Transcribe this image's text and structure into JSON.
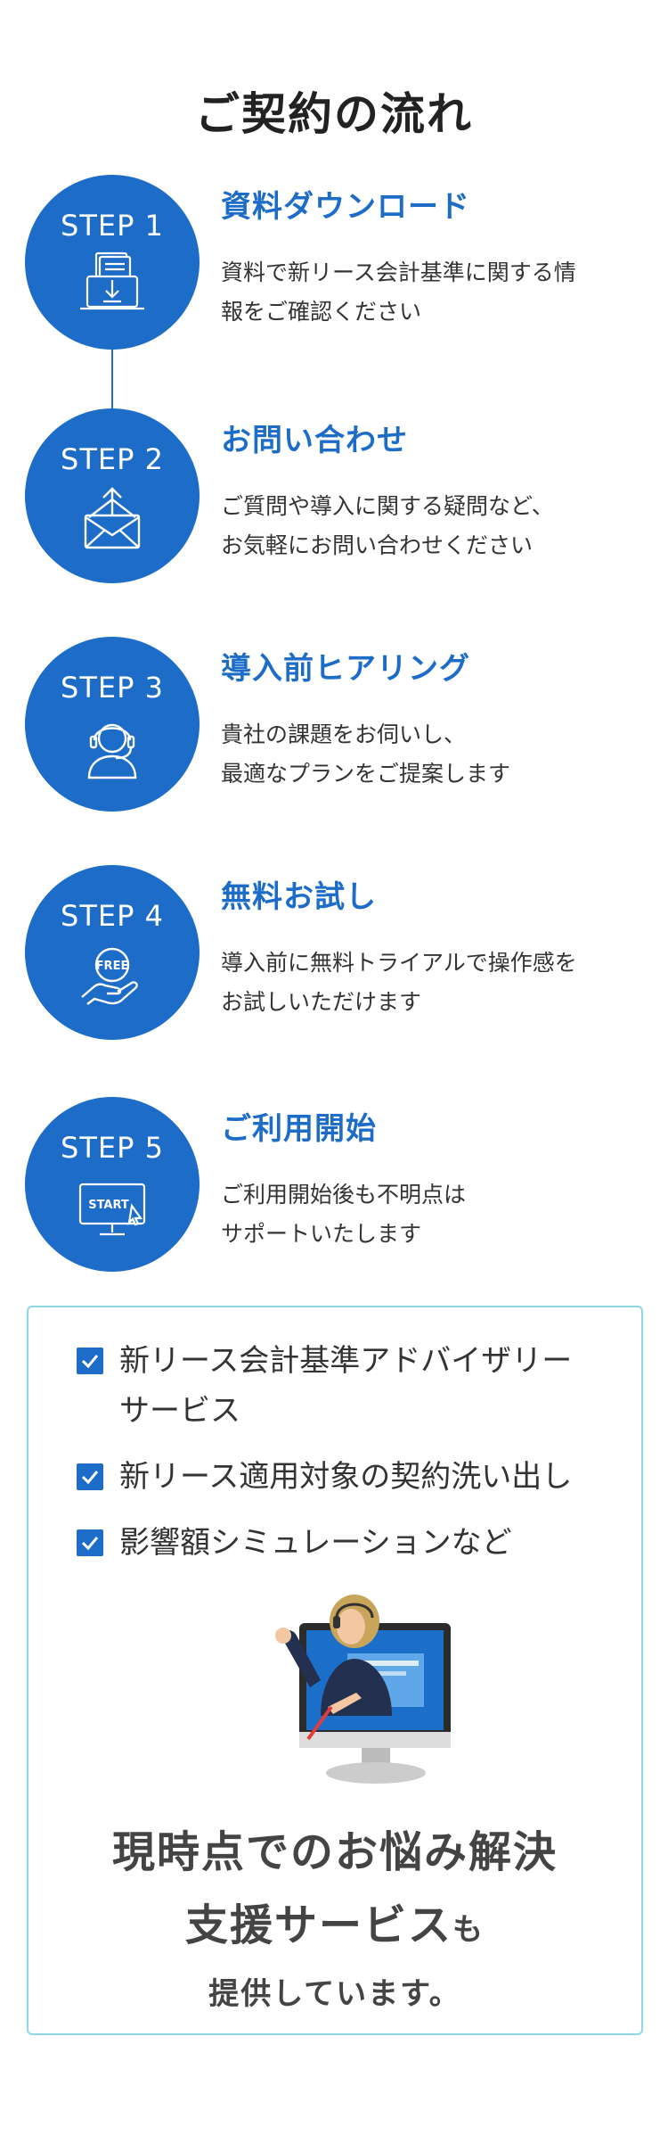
{
  "page": {
    "title": "ご契約の流れ"
  },
  "steps": [
    {
      "label": "STEP 1",
      "title": "資料ダウンロード",
      "desc": "資料で新リース会計基準に関する情\n報をご確認ください",
      "icon": "download-document-icon"
    },
    {
      "label": "STEP 2",
      "title": "お問い合わせ",
      "desc": "ご質問や導入に関する疑問など、\nお気軽にお問い合わせください",
      "icon": "envelope-upload-icon"
    },
    {
      "label": "STEP 3",
      "title": "導入前ヒアリング",
      "desc": "貴社の課題をお伺いし、\n最適なプランをご提案します",
      "icon": "headset-operator-icon"
    },
    {
      "label": "STEP 4",
      "title": "無料お試し",
      "desc": "導入前に無料トライアルで操作感を\nお試しいただけます",
      "icon": "free-hand-icon",
      "icon_text": "FREE"
    },
    {
      "label": "STEP 5",
      "title": "ご利用開始",
      "desc": "ご利用開始後も不明点は\nサポートいたします",
      "icon": "start-monitor-icon",
      "icon_text": "START"
    }
  ],
  "services": {
    "items": [
      "新リース会計基準アドバイザリー\nサービス",
      "新リース適用対象の契約洗い出し",
      "影響額シミュレーションなど"
    ],
    "promo_line1": "現時点でのお悩み解決",
    "promo_line2_main": "支援サービス",
    "promo_line2_suffix": "も",
    "promo_line3": "提供しています。"
  },
  "colors": {
    "accent": "#1d6cc8",
    "box_border": "#8fd6e4",
    "text": "#333333"
  }
}
